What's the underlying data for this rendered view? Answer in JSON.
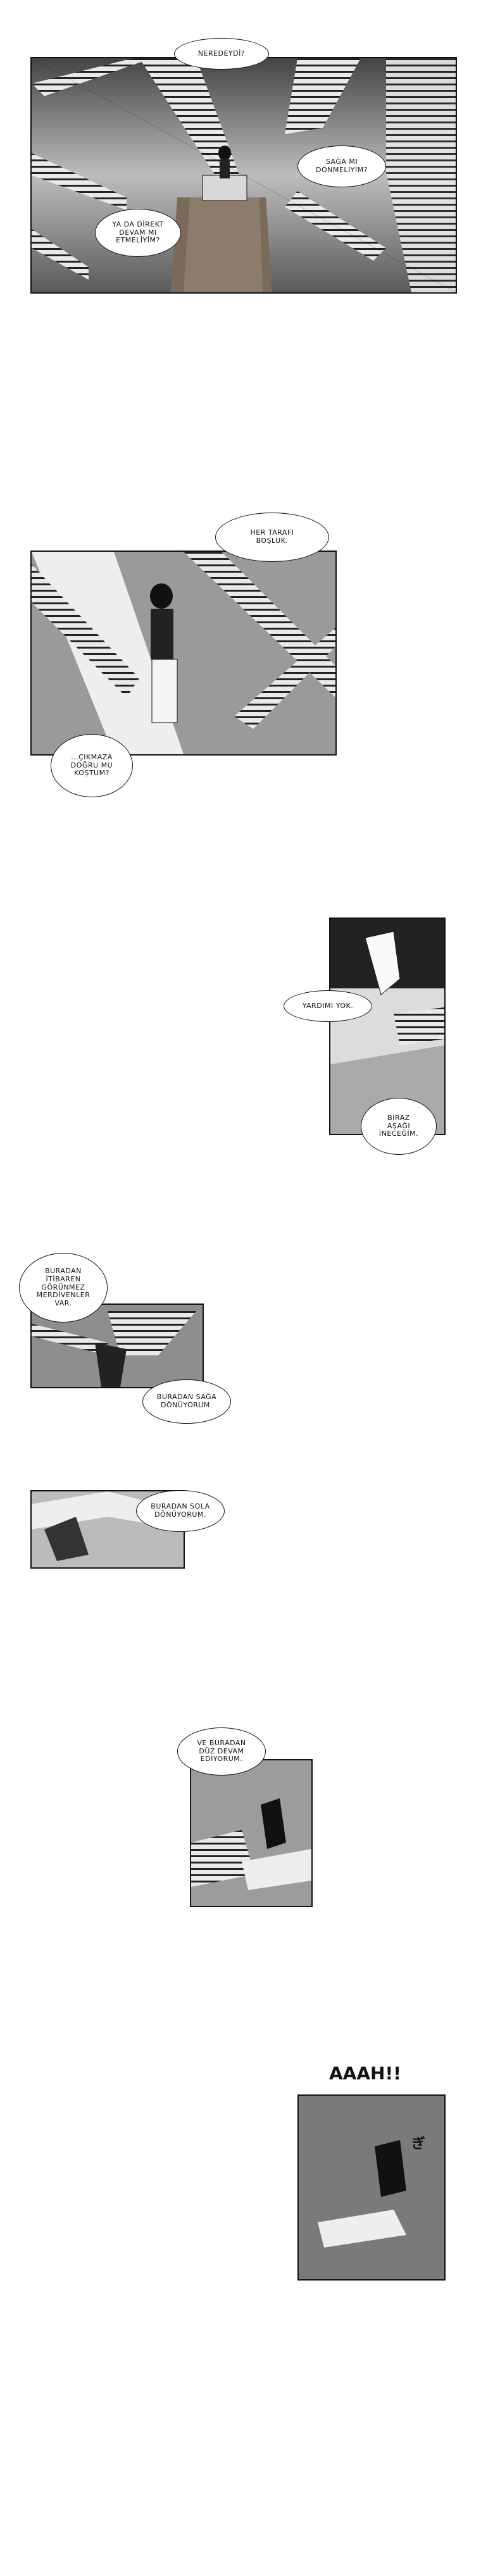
{
  "panels": [
    {
      "id": 1,
      "bubbles": [
        "NEREDEYDİ?",
        "SAĞA MI\nDÖNMELİYİM?",
        "YA DA DİREKT\nDEVAM MI\nETMELİYİM?"
      ]
    },
    {
      "id": 2,
      "bubbles": [
        "HER TARAFI\nBOŞLUK.",
        "...ÇIKMAZA\nDOĞRU MU\nKOŞTUM?"
      ]
    },
    {
      "id": 3,
      "bubbles": [
        "YARDIMI YOK.",
        "BİRAZ\nAŞAĞI\nİNECEĞİM."
      ]
    },
    {
      "id": 4,
      "bubbles": [
        "BURADAN\nİTİBAREN\nGÖRÜNMEZ\nMERDİVENLER\nVAR.",
        "BURADAN SAĞA\nDÖNÜYORUM."
      ]
    },
    {
      "id": 5,
      "bubbles": [
        "BURADAN SOLA\nDÖNÜYORUM."
      ]
    },
    {
      "id": 6,
      "bubbles": [
        "VE BURADAN\nDÜZ DEVAM\nEDİYORUM."
      ]
    },
    {
      "id": 7,
      "sfx": "AAAH!!",
      "sfx2": "ぎ"
    }
  ]
}
